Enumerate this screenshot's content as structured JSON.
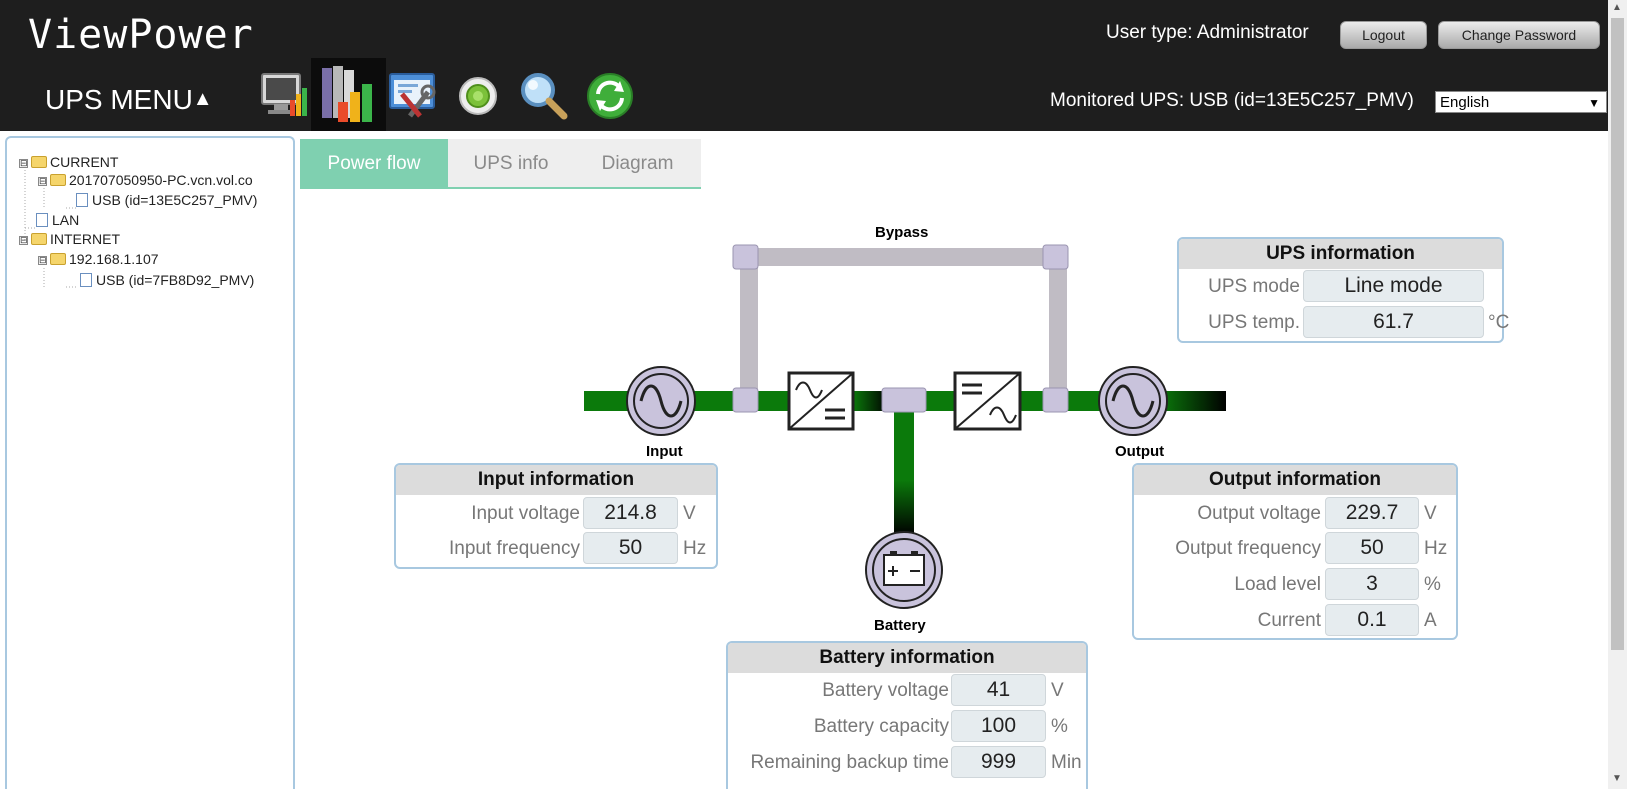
{
  "app": {
    "title": "ViewPower"
  },
  "header": {
    "user_type": "User type: Administrator",
    "logout_label": "Logout",
    "change_password_label": "Change Password",
    "ups_menu_label": "UPS MENU",
    "ups_menu_arrow": "▲",
    "monitored_ups": "Monitored UPS: USB (id=13E5C257_PMV)",
    "language": "English",
    "toolbar_icons": [
      "monitor-chart-icon",
      "books-chart-icon",
      "tools-settings-icon",
      "power-button-icon",
      "magnifier-icon",
      "refresh-icon"
    ]
  },
  "tree": {
    "nodes": [
      {
        "label": "CURRENT",
        "toggle": "⊟",
        "kind": "folder"
      },
      {
        "label": "201707050950-PC.vcn.vol.co",
        "toggle": "⊟",
        "kind": "folder"
      },
      {
        "label": "USB (id=13E5C257_PMV)",
        "kind": "doc"
      },
      {
        "label": "LAN",
        "kind": "doc"
      },
      {
        "label": "INTERNET",
        "toggle": "⊟",
        "kind": "folder"
      },
      {
        "label": "192.168.1.107",
        "toggle": "⊟",
        "kind": "folder"
      },
      {
        "label": "USB (id=7FB8D92_PMV)",
        "kind": "doc"
      }
    ]
  },
  "tabs": [
    {
      "label": "Power flow",
      "active": true
    },
    {
      "label": "UPS info",
      "active": false
    },
    {
      "label": "Diagram",
      "active": false
    }
  ],
  "diagram": {
    "bypass_label": "Bypass",
    "input_label": "Input",
    "output_label": "Output",
    "battery_label": "Battery",
    "colors": {
      "active_line": "#0b7a0b",
      "bypass_line": "#c0bcc4",
      "node": "#c9c3dc"
    }
  },
  "ups_info": {
    "title": "UPS information",
    "rows": [
      {
        "label": "UPS mode",
        "value": "Line mode",
        "unit": ""
      },
      {
        "label": "UPS temp.",
        "value": "61.7",
        "unit": "°C"
      }
    ]
  },
  "input_info": {
    "title": "Input information",
    "rows": [
      {
        "label": "Input voltage",
        "value": "214.8",
        "unit": "V"
      },
      {
        "label": "Input frequency",
        "value": "50",
        "unit": "Hz"
      }
    ]
  },
  "output_info": {
    "title": "Output information",
    "rows": [
      {
        "label": "Output voltage",
        "value": "229.7",
        "unit": "V"
      },
      {
        "label": "Output frequency",
        "value": "50",
        "unit": "Hz"
      },
      {
        "label": "Load level",
        "value": "3",
        "unit": "%"
      },
      {
        "label": "Current",
        "value": "0.1",
        "unit": "A"
      }
    ]
  },
  "battery_info": {
    "title": "Battery information",
    "rows": [
      {
        "label": "Battery voltage",
        "value": "41",
        "unit": "V"
      },
      {
        "label": "Battery capacity",
        "value": "100",
        "unit": "%"
      },
      {
        "label": "Remaining backup time",
        "value": "999",
        "unit": "Min"
      }
    ]
  }
}
